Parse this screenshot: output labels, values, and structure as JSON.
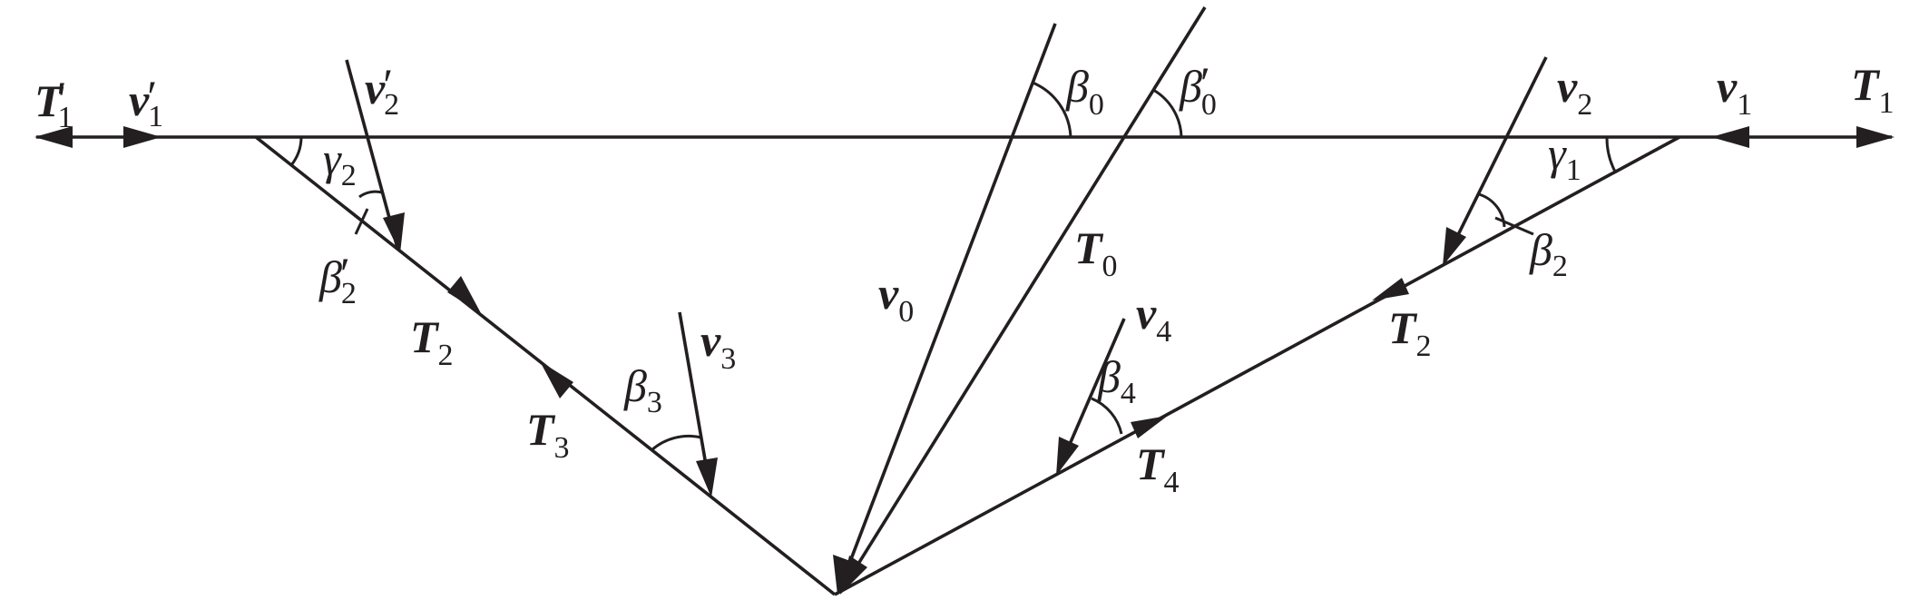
{
  "labels": {
    "T1_prime": {
      "base": "T",
      "sup": "′",
      "sub": "1"
    },
    "v1_prime": {
      "base": "v",
      "sup": "′",
      "sub": "1"
    },
    "v2_prime": {
      "base": "v",
      "sup": "′",
      "sub": "2"
    },
    "gamma2": {
      "base": "γ",
      "sub": "2"
    },
    "beta2_prime": {
      "base": "β",
      "sup": "′",
      "sub": "2"
    },
    "T2_left": {
      "base": "T",
      "sub": "2"
    },
    "T3": {
      "base": "T",
      "sub": "3"
    },
    "beta3": {
      "base": "β",
      "sub": "3"
    },
    "v3": {
      "base": "v",
      "sub": "3"
    },
    "v0": {
      "base": "v",
      "sub": "0"
    },
    "T0": {
      "base": "T",
      "sub": "0"
    },
    "beta0": {
      "base": "β",
      "sub": "0"
    },
    "beta0_prime": {
      "base": "β",
      "sup": "′",
      "sub": "0"
    },
    "v4": {
      "base": "v",
      "sub": "4"
    },
    "beta4": {
      "base": "β",
      "sub": "4"
    },
    "T4": {
      "base": "T",
      "sub": "4"
    },
    "v2": {
      "base": "v",
      "sub": "2"
    },
    "v1": {
      "base": "v",
      "sub": "1"
    },
    "T1": {
      "base": "T",
      "sub": "1"
    },
    "gamma1": {
      "base": "γ",
      "sub": "1"
    },
    "beta2": {
      "base": "β",
      "sub": "2"
    },
    "T2_right": {
      "base": "T",
      "sub": "2"
    }
  }
}
